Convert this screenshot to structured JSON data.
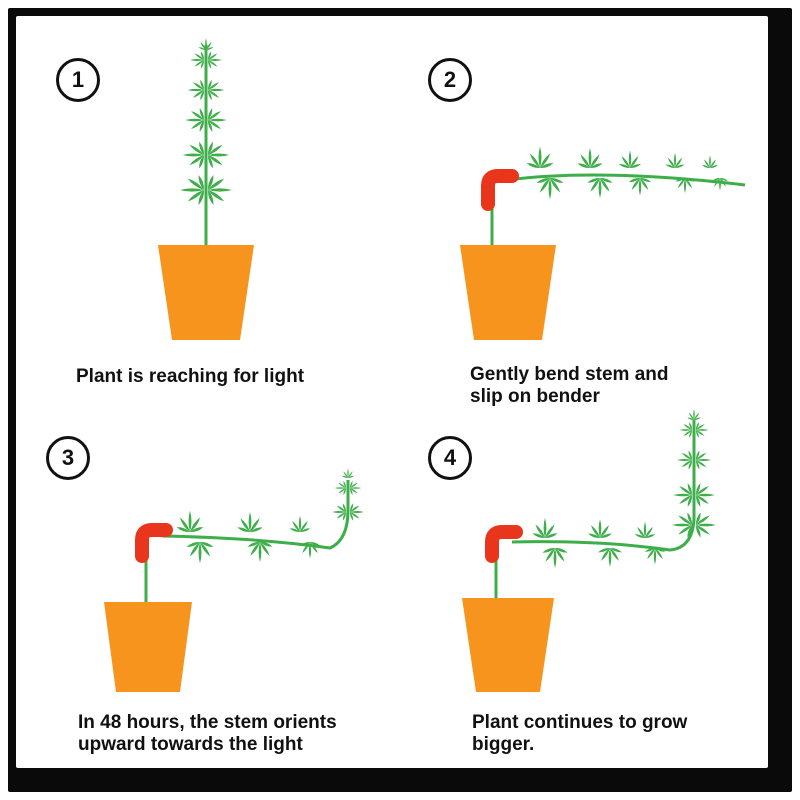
{
  "colors": {
    "frame": "#0a0a0a",
    "background": "#ffffff",
    "pot": "#f7941d",
    "leaf": "#3dae49",
    "stem": "#3dae49",
    "bender": "#e8351c",
    "text": "#111111"
  },
  "steps": [
    {
      "number": "1",
      "caption": "Plant is reaching for light"
    },
    {
      "number": "2",
      "caption": "Gently bend stem and\nslip on bender"
    },
    {
      "number": "3",
      "caption": "In 48 hours, the stem orients\nupward towards the light"
    },
    {
      "number": "4",
      "caption": "Plant continues to grow\nbigger."
    }
  ]
}
